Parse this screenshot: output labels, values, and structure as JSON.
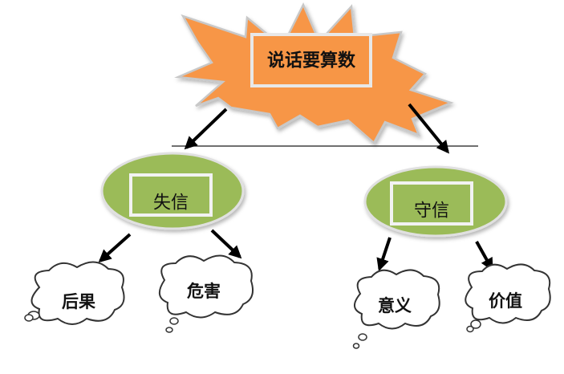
{
  "diagram": {
    "root": {
      "label": "说话要算数"
    },
    "branches": [
      {
        "label": "失信",
        "leaves": [
          {
            "label": "后果"
          },
          {
            "label": "危害"
          }
        ]
      },
      {
        "label": "守信",
        "leaves": [
          {
            "label": "意义"
          },
          {
            "label": "价值"
          }
        ]
      }
    ]
  },
  "colors": {
    "starburst": "#f79646",
    "starburst_outline": "#c8c8c8",
    "box_fill": "#f79646",
    "box_border": "#e8e8e8",
    "ellipse_fill": "#9bbb59",
    "ellipse_outline": "#e0e0e0",
    "branch_box_border": "#f2f2f2",
    "arrow": "#000000",
    "cloud_fill": "#ffffff",
    "cloud_outline": "#333333"
  }
}
